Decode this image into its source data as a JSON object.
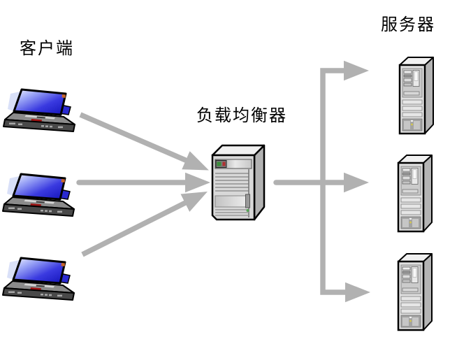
{
  "labels": {
    "clients": "客户端",
    "load_balancer": "负载均衡器",
    "servers": "服务器"
  },
  "nodes": {
    "clients": [
      {
        "id": "client-1",
        "icon": "laptop-icon"
      },
      {
        "id": "client-2",
        "icon": "laptop-icon"
      },
      {
        "id": "client-3",
        "icon": "laptop-icon"
      }
    ],
    "load_balancer": {
      "id": "load-balancer",
      "icon": "tower-server-icon"
    },
    "servers": [
      {
        "id": "server-1",
        "icon": "tower-server-icon"
      },
      {
        "id": "server-2",
        "icon": "tower-server-icon"
      },
      {
        "id": "server-3",
        "icon": "tower-server-icon"
      }
    ]
  },
  "connections": [
    {
      "from": "client-1",
      "to": "load-balancer"
    },
    {
      "from": "client-2",
      "to": "load-balancer"
    },
    {
      "from": "client-3",
      "to": "load-balancer"
    },
    {
      "from": "load-balancer",
      "to": "server-1"
    },
    {
      "from": "load-balancer",
      "to": "server-2"
    },
    {
      "from": "load-balancer",
      "to": "server-3"
    }
  ],
  "colors": {
    "background": "#ffffff",
    "arrow": "#b1b1b1",
    "text": "#000000",
    "laptop_screen_blue": "#1c1cc8",
    "laptop_body_gray": "#4a4a4a",
    "device_front_gray": "#dedede",
    "device_side_gray": "#b4b4b4",
    "indicator_green": "#3a8f3a",
    "indicator_red": "#b03030",
    "outline": "#000000"
  }
}
